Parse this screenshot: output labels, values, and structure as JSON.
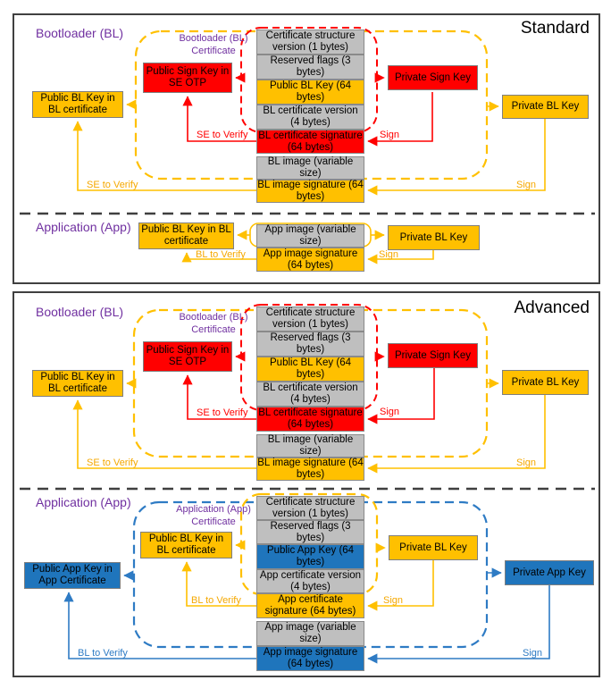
{
  "colors": {
    "orange": "#FFC000",
    "red": "#FF0000",
    "gray": "#BFBFBF",
    "blue": "#1F75BC",
    "purple_label": "#7030A0",
    "line_blue": "#2E7BC4",
    "panel_border": "#404040"
  },
  "edge_labels": {
    "sign": "Sign",
    "se_to_verify": "SE to Verify",
    "bl_to_verify": "BL to Verify"
  },
  "standard": {
    "title": "Standard",
    "bl_label": "Bootloader (BL)",
    "app_label": "Application (App)",
    "bl_cert_label": "Bootloader (BL) Certificate",
    "boxes": {
      "public_sign_key": "Public Sign Key in SE OTP",
      "public_bl_key": "Public BL Key in BL certificate",
      "private_sign_key": "Private Sign Key",
      "private_bl_key": "Private BL Key",
      "app_public_bl_key": "Public BL Key in BL certificate",
      "app_private_bl_key": "Private BL Key"
    },
    "stack": [
      {
        "label": "Certificate structure version (1 bytes)",
        "color": "gray"
      },
      {
        "label": "Reserved flags (3 bytes)",
        "color": "gray"
      },
      {
        "label": "Public BL Key (64 bytes)",
        "color": "orange"
      },
      {
        "label": "BL certificate version (4 bytes)",
        "color": "gray"
      },
      {
        "label": "BL certificate signature (64 bytes)",
        "color": "red"
      },
      {
        "label": "BL image (variable size)",
        "color": "gray"
      },
      {
        "label": "BL image signature (64 bytes)",
        "color": "orange"
      }
    ],
    "app_stack": [
      {
        "label": "App image (variable size)",
        "color": "gray"
      },
      {
        "label": "App image signature (64 bytes)",
        "color": "orange"
      }
    ]
  },
  "advanced": {
    "title": "Advanced",
    "bl_label": "Bootloader (BL)",
    "app_label": "Application (App)",
    "bl_cert_label": "Bootloader (BL) Certificate",
    "app_cert_label": "Application (App) Certificate",
    "boxes": {
      "public_sign_key": "Public Sign Key in SE OTP",
      "public_bl_key": "Public BL Key in BL certificate",
      "private_sign_key": "Private Sign Key",
      "private_bl_key": "Private BL Key",
      "app_public_bl_key": "Public BL Key in BL certificate",
      "public_app_key": "Public App Key in App Certificate",
      "app_private_bl_key": "Private BL Key",
      "private_app_key": "Private App Key"
    },
    "stack": [
      {
        "label": "Certificate structure version (1 bytes)",
        "color": "gray"
      },
      {
        "label": "Reserved flags (3 bytes)",
        "color": "gray"
      },
      {
        "label": "Public BL Key (64 bytes)",
        "color": "orange"
      },
      {
        "label": "BL certificate version (4 bytes)",
        "color": "gray"
      },
      {
        "label": "BL certificate signature (64 bytes)",
        "color": "red"
      },
      {
        "label": "BL image (variable size)",
        "color": "gray"
      },
      {
        "label": "BL image signature (64 bytes)",
        "color": "orange"
      }
    ],
    "app_stack": [
      {
        "label": "Certificate structure version (1 bytes)",
        "color": "gray"
      },
      {
        "label": "Reserved flags (3 bytes)",
        "color": "gray"
      },
      {
        "label": "Public App Key (64 bytes)",
        "color": "blue"
      },
      {
        "label": "App certificate version (4 bytes)",
        "color": "gray"
      },
      {
        "label": "App certificate signature (64 bytes)",
        "color": "orange"
      },
      {
        "label": "App image (variable size)",
        "color": "gray"
      },
      {
        "label": "App image signature (64 bytes)",
        "color": "blue"
      }
    ]
  }
}
